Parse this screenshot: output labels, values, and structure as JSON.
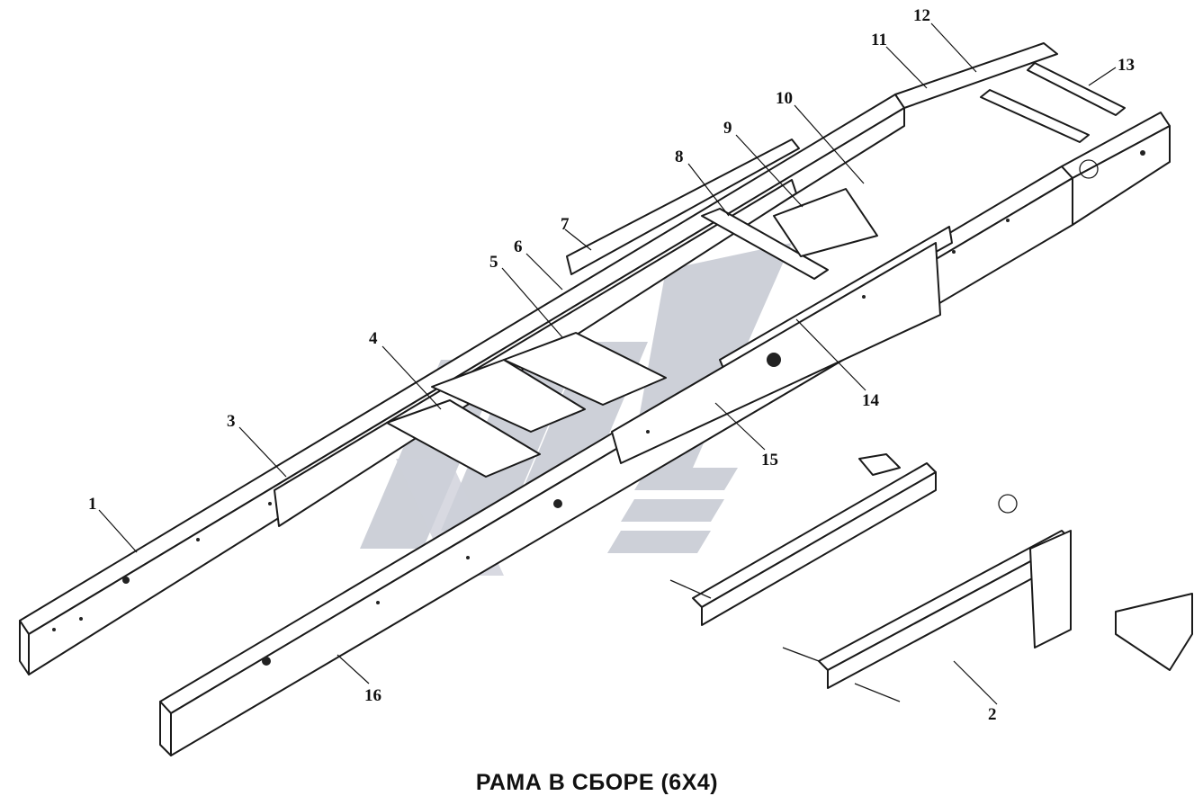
{
  "title": "РАМА В СБОРЕ (6Х4)",
  "colors": {
    "line": "#1a1a1a",
    "watermark": "#c8cbd4"
  },
  "logo": {
    "name": "watermark-logo",
    "description_text": ""
  },
  "callouts": [
    {
      "id": "c1",
      "label": "1"
    },
    {
      "id": "c2",
      "label": "2"
    },
    {
      "id": "c3",
      "label": "3"
    },
    {
      "id": "c4",
      "label": "4"
    },
    {
      "id": "c5",
      "label": "5"
    },
    {
      "id": "c6",
      "label": "6"
    },
    {
      "id": "c7",
      "label": "7"
    },
    {
      "id": "c8",
      "label": "8"
    },
    {
      "id": "c9",
      "label": "9"
    },
    {
      "id": "c10",
      "label": "10"
    },
    {
      "id": "c11",
      "label": "11"
    },
    {
      "id": "c12",
      "label": "12"
    },
    {
      "id": "c13",
      "label": "13"
    },
    {
      "id": "c14",
      "label": "14"
    },
    {
      "id": "c15",
      "label": "15"
    },
    {
      "id": "c16",
      "label": "16"
    }
  ]
}
